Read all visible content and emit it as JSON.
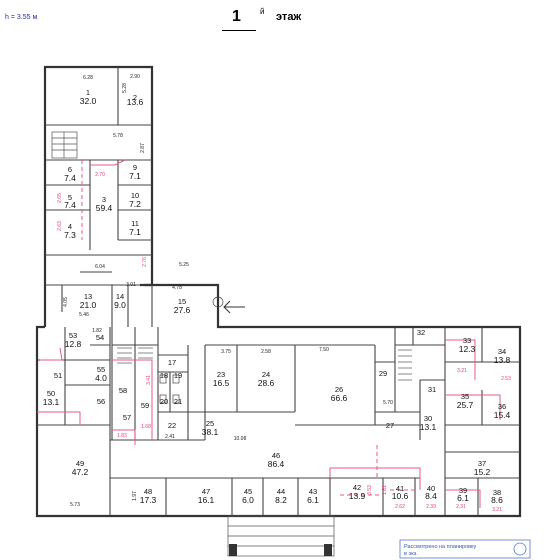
{
  "header": {
    "height_note": "h = 3.55 м",
    "floor_number": "1",
    "floor_suffix": "й",
    "floor_word": "этаж"
  },
  "rooms": [
    {
      "num": "1",
      "area": "32.0"
    },
    {
      "num": "2",
      "area": "13.6"
    },
    {
      "num": "3",
      "area": "59.4"
    },
    {
      "num": "4",
      "area": "7.3"
    },
    {
      "num": "5",
      "area": "7.4"
    },
    {
      "num": "6",
      "area": "7.4"
    },
    {
      "num": "9",
      "area": "7.1"
    },
    {
      "num": "10",
      "area": "7.2"
    },
    {
      "num": "11",
      "area": "7.1"
    },
    {
      "num": "13",
      "area": "21.0"
    },
    {
      "num": "14",
      "area": "9.0"
    },
    {
      "num": "15",
      "area": "27.6"
    },
    {
      "num": "17",
      "area": ""
    },
    {
      "num": "18",
      "area": ""
    },
    {
      "num": "19",
      "area": ""
    },
    {
      "num": "20",
      "area": ""
    },
    {
      "num": "21",
      "area": ""
    },
    {
      "num": "22",
      "area": ""
    },
    {
      "num": "23",
      "area": "16.5"
    },
    {
      "num": "24",
      "area": "28.6"
    },
    {
      "num": "25",
      "area": "38.1"
    },
    {
      "num": "26",
      "area": "66.6"
    },
    {
      "num": "27",
      "area": ""
    },
    {
      "num": "29",
      "area": ""
    },
    {
      "num": "30",
      "area": "13.1"
    },
    {
      "num": "31",
      "area": ""
    },
    {
      "num": "32",
      "area": ""
    },
    {
      "num": "33",
      "area": "12.3"
    },
    {
      "num": "34",
      "area": "13.8"
    },
    {
      "num": "35",
      "area": "25.7"
    },
    {
      "num": "36",
      "area": "15.4"
    },
    {
      "num": "37",
      "area": "15.2"
    },
    {
      "num": "38",
      "area": "8.6"
    },
    {
      "num": "39",
      "area": "6.1"
    },
    {
      "num": "40",
      "area": "8.4"
    },
    {
      "num": "41",
      "area": "10.6"
    },
    {
      "num": "42",
      "area": "13.9"
    },
    {
      "num": "43",
      "area": "6.1"
    },
    {
      "num": "44",
      "area": "8.2"
    },
    {
      "num": "45",
      "area": "6.0"
    },
    {
      "num": "46",
      "area": "86.4"
    },
    {
      "num": "47",
      "area": "16.1"
    },
    {
      "num": "48",
      "area": "17.3"
    },
    {
      "num": "49",
      "area": "47.2"
    },
    {
      "num": "50",
      "area": "13.1"
    },
    {
      "num": "51",
      "area": ""
    },
    {
      "num": "53",
      "area": "12.8"
    },
    {
      "num": "54",
      "area": ""
    },
    {
      "num": "55",
      "area": "4.0"
    },
    {
      "num": "56",
      "area": ""
    },
    {
      "num": "57",
      "area": ""
    },
    {
      "num": "58",
      "area": ""
    },
    {
      "num": "59",
      "area": ""
    }
  ],
  "dimensions": [
    "6.28",
    "2.90",
    "5.28",
    "5.78",
    "2.87",
    "2.70",
    "2.63",
    "2.65",
    "6.04",
    "2.76",
    "5.25",
    "4.78",
    "3.01",
    "4.05",
    "5.46",
    "1.82",
    "3.75",
    "2.58",
    "7.50",
    "10.08",
    "2.41",
    "3.41",
    "1.68",
    "1.83",
    "5.73",
    "5.70",
    "2.31",
    "3.21",
    "3.53",
    "1.81",
    "2.62",
    "2.53",
    "3.21",
    "2.39",
    "1.97"
  ],
  "stamp": {
    "line1": "Рассмотрено на планировку",
    "line2": "в экз."
  }
}
